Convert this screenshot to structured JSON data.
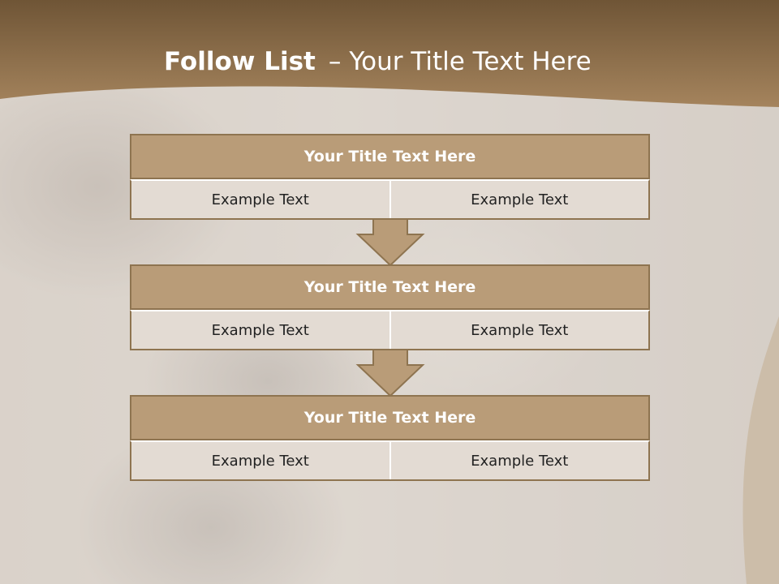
{
  "slide": {
    "title_bold": "Follow List",
    "title_dash": "–",
    "title_rest": "Your Title Text Here"
  },
  "colors": {
    "header_band": "#8a6c48",
    "block_title": "#b99c78",
    "block_border": "#8e7450",
    "cell_fill": "#e3dbd3",
    "arrow_fill": "#b99c78"
  },
  "blocks": [
    {
      "title": "Your Title Text Here",
      "left": "Example Text",
      "right": "Example Text"
    },
    {
      "title": "Your Title Text Here",
      "left": "Example Text",
      "right": "Example Text"
    },
    {
      "title": "Your Title Text Here",
      "left": "Example Text",
      "right": "Example Text"
    }
  ]
}
